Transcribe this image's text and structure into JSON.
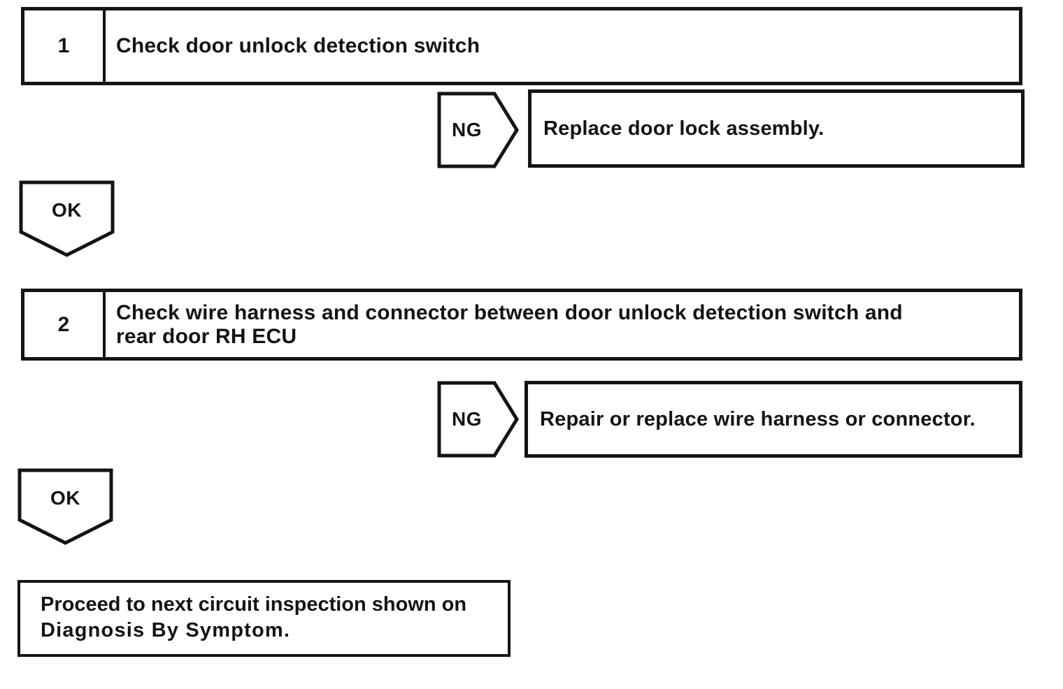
{
  "flowchart": {
    "colors": {
      "line": "#141414",
      "background": "#ffffff",
      "text": "#141414"
    },
    "steps": [
      {
        "number": "1",
        "title_lines": [
          "Check door unlock detection switch"
        ],
        "ng_label": "NG",
        "ng_action": "Replace door lock assembly.",
        "ok_label": "OK"
      },
      {
        "number": "2",
        "title_lines": [
          "Check wire harness and connector between door unlock detection switch and",
          "rear door RH ECU"
        ],
        "ng_label": "NG",
        "ng_action": "Repair or replace wire harness or connector.",
        "ok_label": "OK"
      }
    ],
    "terminal": {
      "lines": [
        "Proceed to next circuit inspection shown on",
        "Diagnosis By Symptom."
      ]
    }
  }
}
